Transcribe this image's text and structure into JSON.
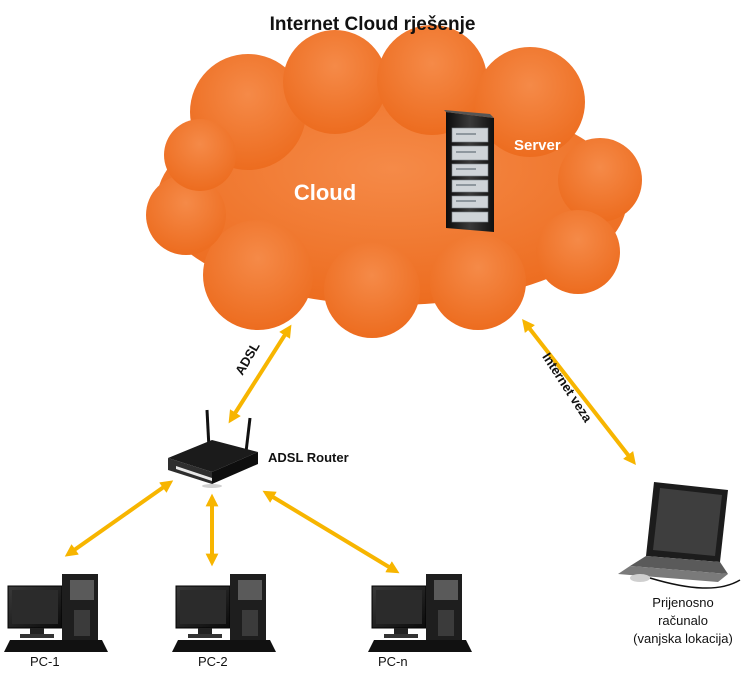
{
  "title": "Internet Cloud rješenje",
  "cloud": {
    "label": "Cloud",
    "server_label": "Server"
  },
  "router": {
    "label": "ADSL Router"
  },
  "links": {
    "adsl": "ADSL",
    "internet": "Internet veza"
  },
  "pcs": [
    {
      "label": "PC-1"
    },
    {
      "label": "PC-2"
    },
    {
      "label": "PC-n"
    }
  ],
  "laptop": {
    "line1": "Prijenosno",
    "line2": "računalo",
    "line3": "(vanjska lokacija)"
  },
  "colors": {
    "cloud": "#f0772a",
    "arrow": "#f7b500",
    "dark": "#1a1a1a"
  }
}
